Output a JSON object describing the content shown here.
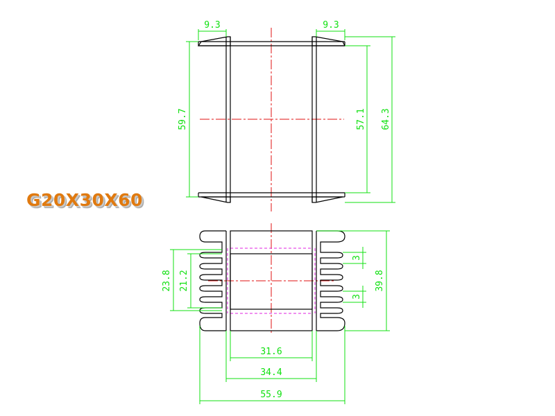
{
  "title": "G20X30X60",
  "dimensions": {
    "top_left_flange": "9.3",
    "top_right_flange": "9.3",
    "window_height": "59.7",
    "inner_height": "57.1",
    "overall_height": "64.3",
    "fin_span": "23.8",
    "fin_inner": "21.2",
    "pitch_upper": "3",
    "pitch_lower": "3",
    "overall_depth": "39.8",
    "window_width": "31.6",
    "core_width": "34.4",
    "overall_width": "55.9"
  },
  "colors": {
    "outline": "#000000",
    "dimension": "#10e010",
    "centerline": "#e01010",
    "hidden": "#e020e0",
    "title": "#e07a10"
  }
}
